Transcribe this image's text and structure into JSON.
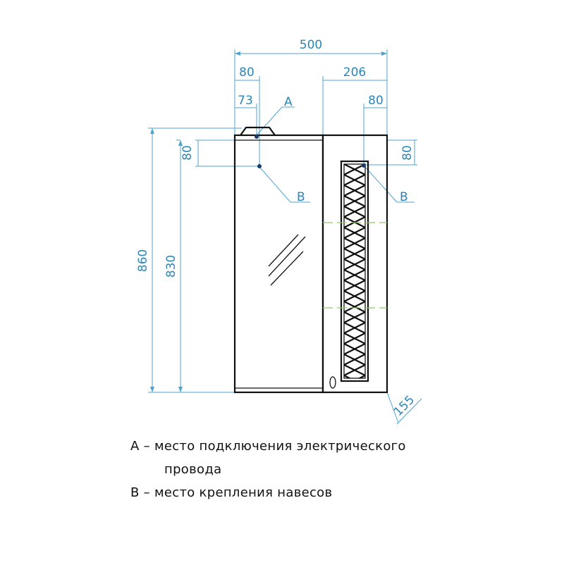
{
  "dimensions": {
    "total_width": "500",
    "left_offset_80": "80",
    "left_offset_73": "73",
    "right_section": "206",
    "right_offset_80": "80",
    "left_vertical_80": "80",
    "right_vertical_80": "80",
    "total_height": "860",
    "body_height": "830",
    "depth": "155"
  },
  "markers": {
    "a_label": "A",
    "b_left_label": "B",
    "b_right_label": "B"
  },
  "legend": {
    "line1": "А – место подключения электрического",
    "line2": "провода",
    "line3": "В – место крепления навесов"
  },
  "colors": {
    "dimension": "#2b86b8",
    "outline": "#111111",
    "hinge_marker": "#8dc96b"
  }
}
